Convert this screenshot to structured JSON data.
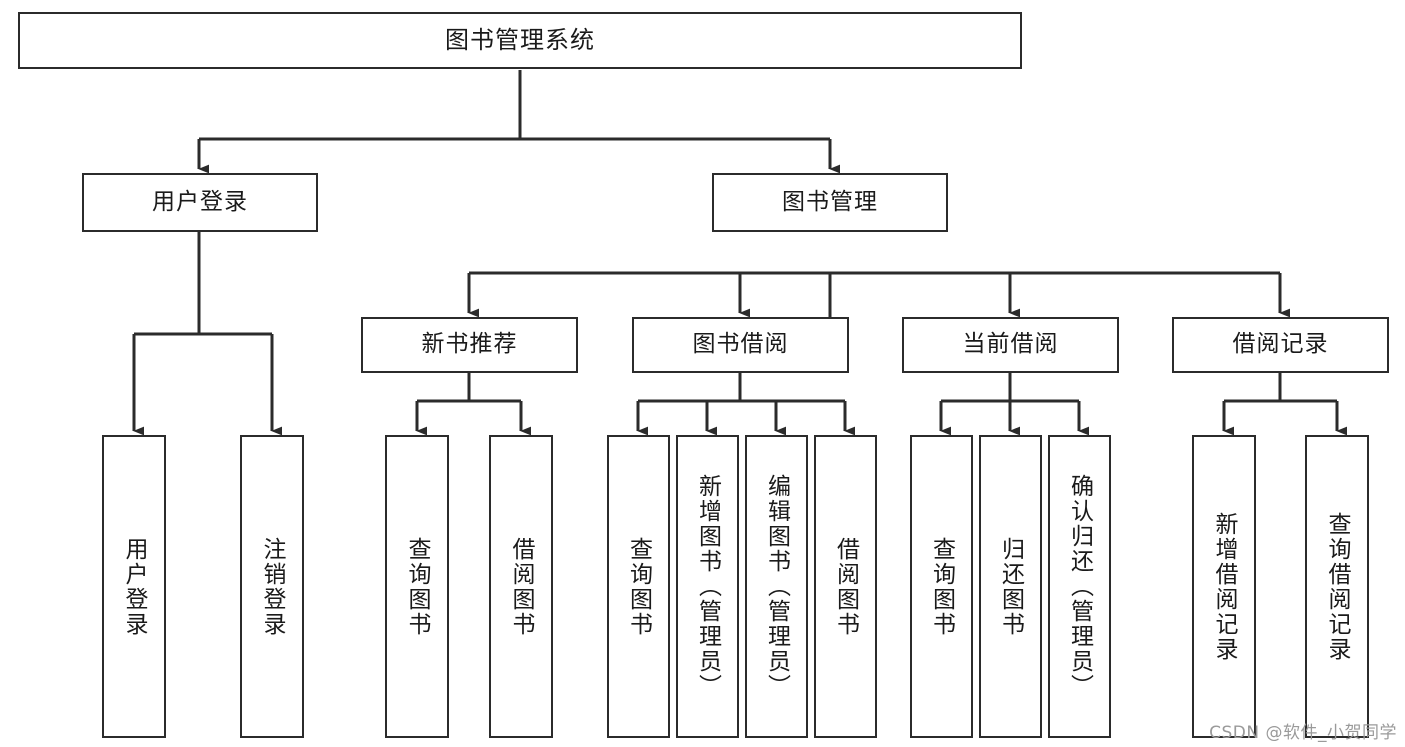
{
  "diagram": {
    "title": "图书管理系统",
    "watermark": "CSDN @软件_小贺同学",
    "edge_color": "#2b2b2b",
    "box_border_color": "#2b2b2b",
    "box_fill_color": "#ffffff",
    "background_color": "#ffffff"
  },
  "nodes": {
    "root": {
      "label": "图书管理系统",
      "orientation": "horizontal",
      "level": 1
    },
    "l2": [
      {
        "id": "user-login",
        "label": "用户登录",
        "orientation": "horizontal",
        "level": 2
      },
      {
        "id": "book-manage",
        "label": "图书管理",
        "orientation": "horizontal",
        "level": 2
      }
    ],
    "l3": [
      {
        "id": "new-book-recommend",
        "label": "新书推荐",
        "orientation": "horizontal",
        "level": 3
      },
      {
        "id": "book-borrow",
        "label": "图书借阅",
        "orientation": "horizontal",
        "level": 3
      },
      {
        "id": "current-borrow",
        "label": "当前借阅",
        "orientation": "horizontal",
        "level": 3
      },
      {
        "id": "borrow-record",
        "label": "借阅记录",
        "orientation": "horizontal",
        "level": 3
      }
    ],
    "leaves": [
      {
        "id": "leaf-user-login",
        "label": "用户登录",
        "orientation": "vertical",
        "parent": "user-login"
      },
      {
        "id": "leaf-user-logout",
        "label": "注销登录",
        "orientation": "vertical",
        "parent": "user-login"
      },
      {
        "id": "leaf-query-book-1",
        "label": "查询图书",
        "orientation": "vertical",
        "parent": "new-book-recommend"
      },
      {
        "id": "leaf-borrow-book-1",
        "label": "借阅图书",
        "orientation": "vertical",
        "parent": "new-book-recommend"
      },
      {
        "id": "leaf-query-book-2",
        "label": "查询图书",
        "orientation": "vertical",
        "parent": "book-borrow"
      },
      {
        "id": "leaf-add-book",
        "label": "新增图书（管理员）",
        "orientation": "vertical",
        "parent": "book-borrow"
      },
      {
        "id": "leaf-edit-book",
        "label": "编辑图书（管理员）",
        "orientation": "vertical",
        "parent": "book-borrow"
      },
      {
        "id": "leaf-borrow-book-2",
        "label": "借阅图书",
        "orientation": "vertical",
        "parent": "book-borrow"
      },
      {
        "id": "leaf-query-book-3",
        "label": "查询图书",
        "orientation": "vertical",
        "parent": "current-borrow"
      },
      {
        "id": "leaf-return-book",
        "label": "归还图书",
        "orientation": "vertical",
        "parent": "current-borrow"
      },
      {
        "id": "leaf-confirm-return",
        "label": "确认归还（管理员）",
        "orientation": "vertical",
        "parent": "current-borrow"
      },
      {
        "id": "leaf-add-record",
        "label": "新增借阅记录",
        "orientation": "vertical",
        "parent": "borrow-record"
      },
      {
        "id": "leaf-query-record",
        "label": "查询借阅记录",
        "orientation": "vertical",
        "parent": "borrow-record"
      }
    ]
  }
}
